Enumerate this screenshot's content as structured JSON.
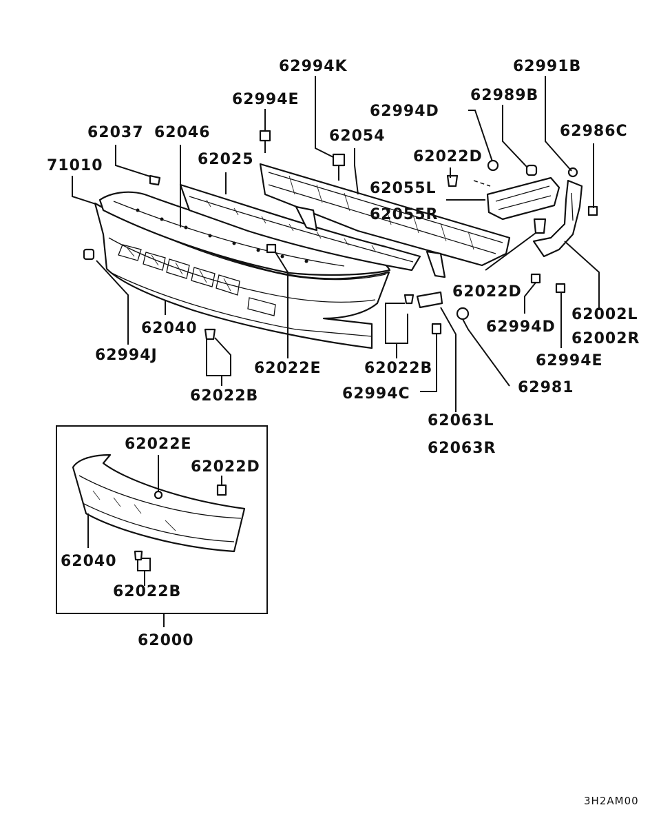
{
  "diagram": {
    "drawing_code": "3H2AM00",
    "labels": {
      "p62994K": "62994K",
      "p62991B": "62991B",
      "p62994E_top": "62994E",
      "p62989B": "62989B",
      "p62994D_top": "62994D",
      "p62037": "62037",
      "p62046": "62046",
      "p62054": "62054",
      "p62986C": "62986C",
      "p71010": "71010",
      "p62025": "62025",
      "p62022D_top": "62022D",
      "p62055L": "62055L",
      "p62055R": "62055R",
      "p62022D_mid": "62022D",
      "p62002L": "62002L",
      "p62002R": "62002R",
      "p62994D_mid": "62994D",
      "p62040_main": "62040",
      "p62994E_mid": "62994E",
      "p62994J": "62994J",
      "p62022E_main": "62022E",
      "p62022B_mid": "62022B",
      "p62981": "62981",
      "p62022B_left": "62022B",
      "p62994C": "62994C",
      "p62063L": "62063L",
      "p62063R": "62063R",
      "p62022E_inset": "62022E",
      "p62022D_inset": "62022D",
      "p62040_inset": "62040",
      "p62022B_inset": "62022B",
      "p62000": "62000"
    }
  }
}
